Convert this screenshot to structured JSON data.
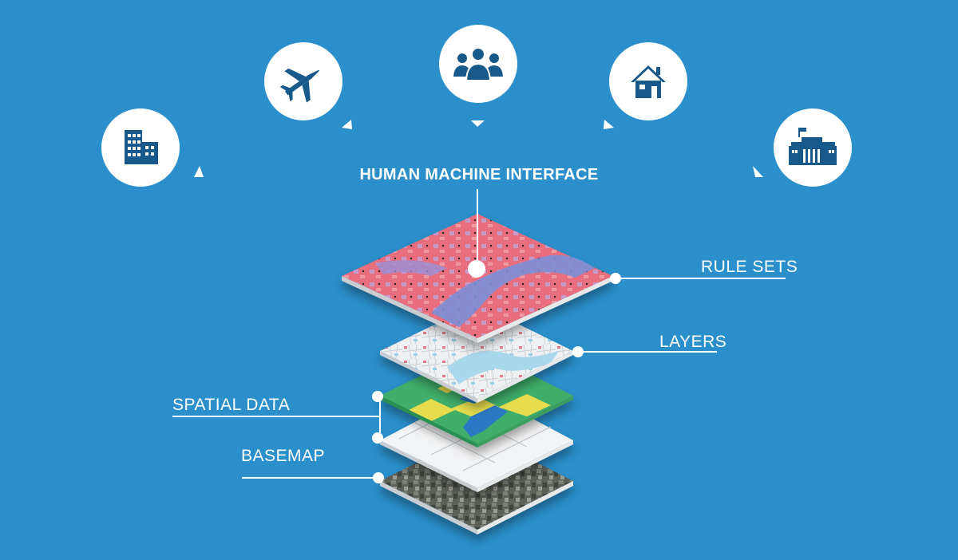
{
  "title": "HUMAN MACHINE INTERFACE",
  "icons": [
    {
      "name": "building-icon"
    },
    {
      "name": "airplane-icon"
    },
    {
      "name": "people-icon"
    },
    {
      "name": "house-icon"
    },
    {
      "name": "government-building-icon"
    }
  ],
  "layers": {
    "rule_sets": "RULE SETS",
    "layers": "LAYERS",
    "spatial_data": "SPATIAL DATA",
    "basemap": "BASEMAP"
  },
  "colors": {
    "background": "#2a8fcb",
    "icon_fill": "#17598a",
    "circle": "#ffffff"
  }
}
